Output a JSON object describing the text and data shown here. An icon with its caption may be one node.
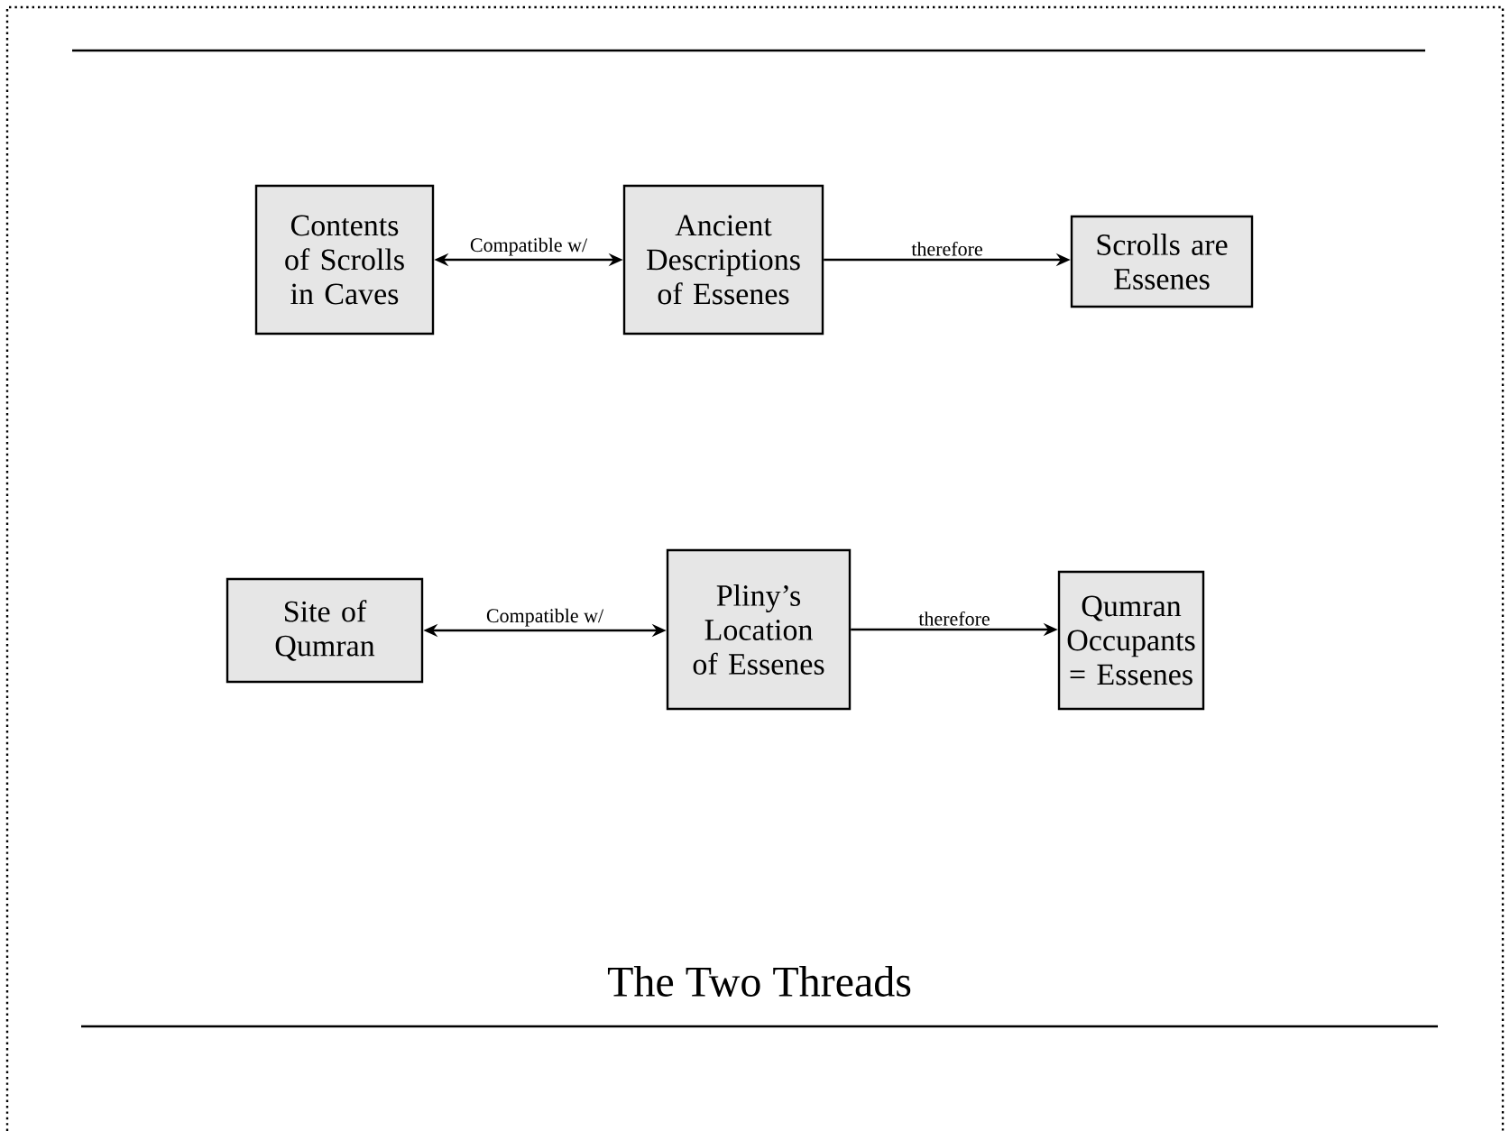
{
  "diagram": {
    "caption": "The Two Threads",
    "nodes": [
      {
        "text": [
          "Contents of Scrolls in Caves"
        ]
      },
      {
        "text": [
          "Ancient Descriptions of Essenes"
        ]
      },
      {
        "text": [
          "Scrolls are Essenes"
        ]
      },
      {
        "text": [
          "Site of Qumran"
        ]
      },
      {
        "text": [
          "Pliny’s Location of Essenes"
        ]
      },
      {
        "text": [
          "Qumran Occupants = Essenes"
        ]
      }
    ],
    "edges": [
      {
        "from": 0,
        "to": 1,
        "arrow": "both",
        "label": "Compatible w/"
      },
      {
        "from": 1,
        "to": 2,
        "arrow": "to",
        "label": "therefore"
      },
      {
        "from": 3,
        "to": 4,
        "arrow": "both",
        "label": "Compatible w/"
      },
      {
        "from": 4,
        "to": 5,
        "arrow": "to",
        "label": "therefore"
      }
    ]
  }
}
